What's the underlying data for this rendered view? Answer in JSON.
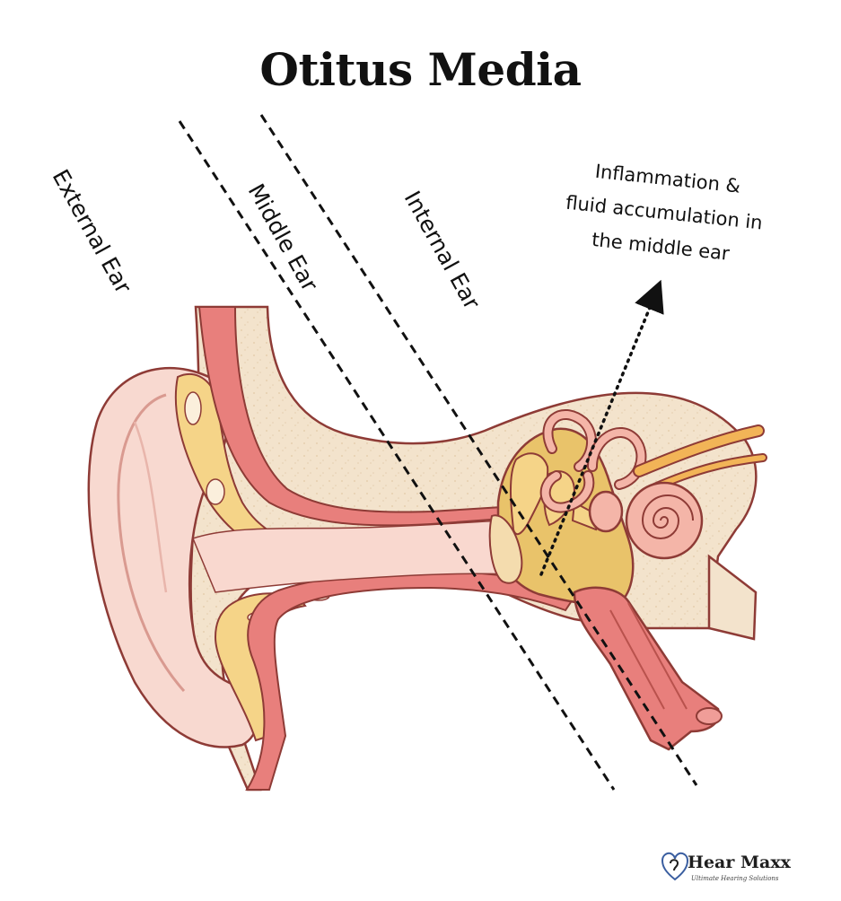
{
  "title": "Otitus Media",
  "regions": {
    "external": "External Ear",
    "middle": "Middle Ear",
    "internal": "Internal Ear"
  },
  "callout": {
    "line1": "Inflammation &",
    "line2": "fluid accumulation in",
    "line3": "the middle ear"
  },
  "logo": {
    "name": "Hear Maxx",
    "tagline": "Ultimate Hearing Solutions"
  },
  "colors": {
    "tissue_pink": "#f7ccc2",
    "canal_red": "#e87f7c",
    "bone_beige": "#f3e3cc",
    "cartilage_yellow": "#f5d488",
    "fluid_gold": "#e9c36a",
    "nerve_orange": "#f2b457",
    "outline": "#8e3b36"
  },
  "icons": {
    "logo_mark": "heart-ear-icon",
    "callout_arrow": "dotted-arrow-icon"
  }
}
